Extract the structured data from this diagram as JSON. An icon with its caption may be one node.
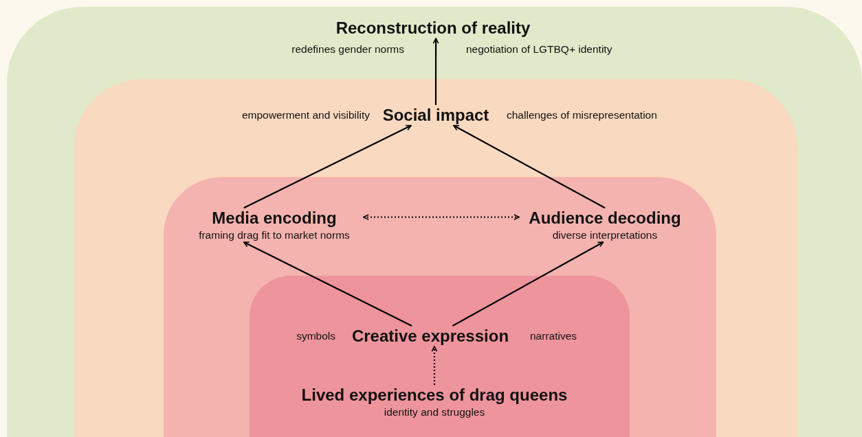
{
  "diagram": {
    "nodes": [
      {
        "text": [],
        "shape": "band"
      },
      {
        "text": [
          "Reconstruction of reality"
        ],
        "in": 0,
        "beside": [
          "redefines gender norms",
          "negotiation of LGTBQ+ identity"
        ]
      },
      {
        "text": [],
        "shape": "band",
        "in": 0
      },
      {
        "text": [
          "Social impact"
        ],
        "in": 2,
        "beside": [
          "empowerment and visibility",
          "challenges of misrepresentation"
        ]
      },
      {
        "text": [],
        "shape": "band",
        "in": 2
      },
      {
        "text": [
          "Media encoding",
          "framing drag fit to market norms"
        ],
        "in": 4
      },
      {
        "text": [
          "Audience decoding",
          "diverse interpretations"
        ],
        "in": 4
      },
      {
        "text": [],
        "shape": "band",
        "in": 4
      },
      {
        "text": [
          "Creative expression"
        ],
        "in": 7,
        "beside": [
          "symbols",
          "narratives"
        ]
      },
      {
        "text": [
          "Lived experiences of drag queens",
          "identity and struggles"
        ],
        "in": 7
      }
    ],
    "edges": [
      {
        "from": 3,
        "to": 1,
        "arrow": "to"
      },
      {
        "from": 5,
        "to": 3,
        "arrow": "to"
      },
      {
        "from": 6,
        "to": 3,
        "arrow": "to"
      },
      {
        "from": 8,
        "to": 5,
        "arrow": "to"
      },
      {
        "from": 8,
        "to": 6,
        "arrow": "to"
      },
      {
        "from": 5,
        "to": 6,
        "arrow": "both",
        "style": "dashed"
      },
      {
        "from": 9,
        "to": 8,
        "arrow": "to",
        "style": "dashed"
      }
    ]
  }
}
